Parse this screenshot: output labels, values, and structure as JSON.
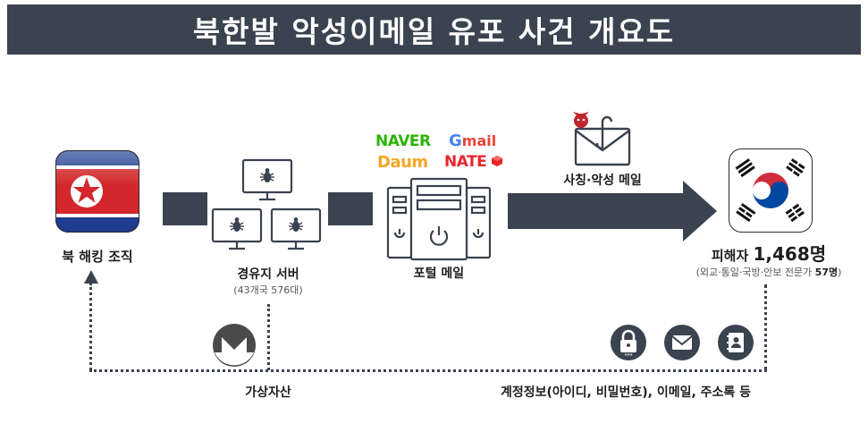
{
  "title": "북한발 악성이메일 유포 사건 개요도",
  "nodes": {
    "hacker": {
      "label": "북 해킹 조직"
    },
    "server": {
      "label": "경유지 서버",
      "sub": "(43개국 576대)"
    },
    "portal": {
      "label": "포털 메일"
    },
    "victim": {
      "label_prefix": "피해자 ",
      "count": "1,468명",
      "sub_prefix": "(외교·통일·국방·안보 전문가 ",
      "sub_count": "57명",
      "sub_suffix": ")"
    }
  },
  "arrow_label": "사칭·악성 메일",
  "portal_logos": {
    "naver": "NAVER",
    "gmail_g": "G",
    "gmail_rest": "mail",
    "daum": "Daum",
    "nate": "NATE"
  },
  "bottom": {
    "stolen": "계정정보(아이디, 비밀번호), 이메일, 주소록 등",
    "crypto": "가상자산"
  },
  "icons": [
    "north-korea-flag",
    "virus-monitor",
    "server-tower",
    "phishing-envelope",
    "korea-flag",
    "lock",
    "mail",
    "address-book",
    "monero-logo"
  ],
  "colors": {
    "dark": "#3b4250",
    "kp_red": "#d3272b",
    "kp_blue": "#1f3c8f",
    "kr_red": "#cd2e3a",
    "kr_blue": "#0047a0",
    "naver": "#2db400",
    "nate": "#e8262c"
  }
}
